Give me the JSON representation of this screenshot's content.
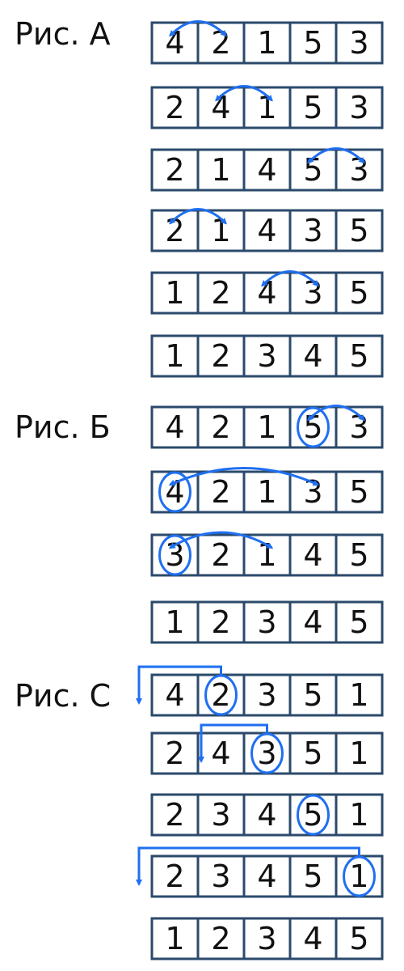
{
  "colors": {
    "accent": "#1f6ff0",
    "border": "#2b4a6b",
    "text": "#111111"
  },
  "figures": [
    {
      "label": "Рис. А",
      "rows": [
        {
          "cells": [
            4,
            2,
            1,
            5,
            3
          ],
          "swap": [
            0,
            1
          ]
        },
        {
          "cells": [
            2,
            4,
            1,
            5,
            3
          ],
          "swap": [
            1,
            2
          ]
        },
        {
          "cells": [
            2,
            1,
            4,
            5,
            3
          ],
          "swap": [
            3,
            4
          ]
        },
        {
          "cells": [
            2,
            1,
            4,
            3,
            5
          ],
          "swap": [
            0,
            1
          ]
        },
        {
          "cells": [
            1,
            2,
            4,
            3,
            5
          ],
          "swap": [
            2,
            3
          ]
        },
        {
          "cells": [
            1,
            2,
            3,
            4,
            5
          ]
        }
      ]
    },
    {
      "label": "Рис. Б",
      "rows": [
        {
          "cells": [
            4,
            2,
            1,
            5,
            3
          ],
          "swap": [
            3,
            4
          ],
          "circle": 3
        },
        {
          "cells": [
            4,
            2,
            1,
            3,
            5
          ],
          "swap": [
            0,
            3
          ],
          "circle": 0
        },
        {
          "cells": [
            3,
            2,
            1,
            4,
            5
          ],
          "swap": [
            0,
            2
          ],
          "circle": 0
        },
        {
          "cells": [
            1,
            2,
            3,
            4,
            5
          ]
        }
      ]
    },
    {
      "label": "Рис. С",
      "rows": [
        {
          "cells": [
            4,
            2,
            3,
            5,
            1
          ],
          "circle": 1,
          "insert": [
            1,
            0
          ]
        },
        {
          "cells": [
            2,
            4,
            3,
            5,
            1
          ],
          "circle": 2,
          "insert": [
            2,
            1
          ]
        },
        {
          "cells": [
            2,
            3,
            4,
            5,
            1
          ],
          "circle": 3
        },
        {
          "cells": [
            2,
            3,
            4,
            5,
            1
          ],
          "circle": 4,
          "insert": [
            4,
            0
          ]
        },
        {
          "cells": [
            1,
            2,
            3,
            4,
            5
          ]
        }
      ]
    }
  ]
}
